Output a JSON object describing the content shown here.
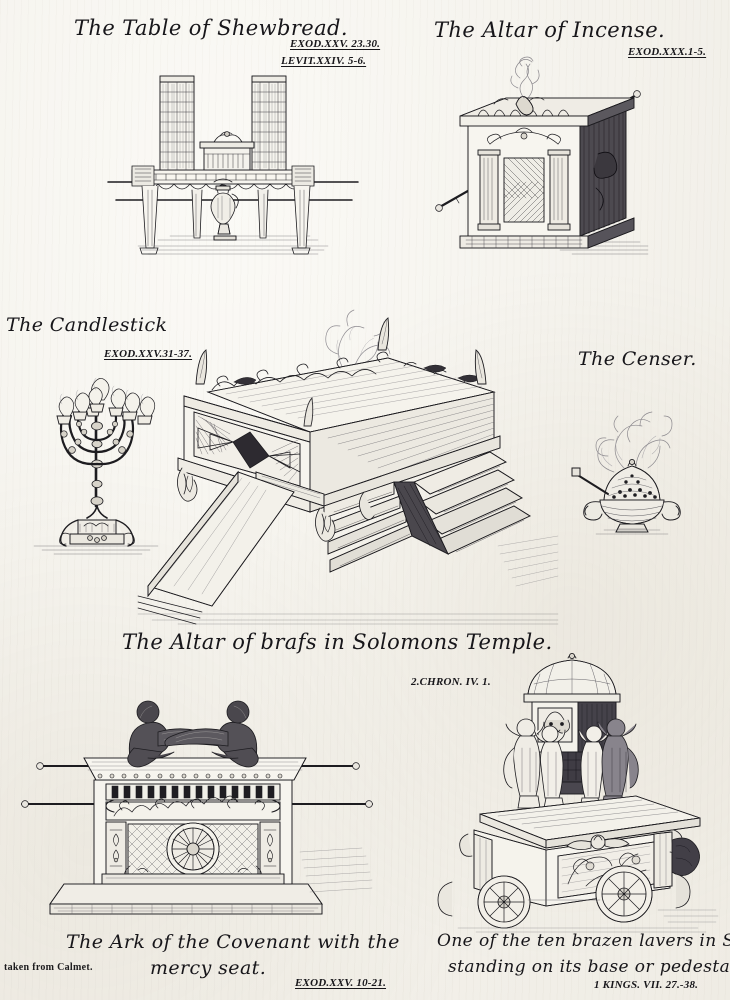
{
  "plate": {
    "medium": "copperplate engraving",
    "paper_color": "#f3f1ec",
    "ink_color": "#17161a",
    "credit": "taken from Calmet."
  },
  "figures": [
    {
      "id": "shewbread",
      "title": "The Table of Shewbread.",
      "references": [
        "EXOD.XXV. 23.30.",
        "LEVIT.XXIV. 5-6."
      ],
      "description": "Ornate table bearing two tall stacks of shewbread loaves, a covered dish at centre, carrying staves through side rings, and a footed ewer standing beneath."
    },
    {
      "id": "incense",
      "title": "The Altar of Incense.",
      "references": [
        "EXOD.XXX.1-5."
      ],
      "description": "Square ornamented altar with cornice and latticed front panel, a carrying pole passed through diagonally, incense smoke rising from the top."
    },
    {
      "id": "candlestick",
      "title": "The Candlestick",
      "references": [
        "EXOD.XXV.31-37."
      ],
      "description": "Seven-branched golden candlestick with knops and flowers on a scrolled tripod foot, all seven lamps burning."
    },
    {
      "id": "censer",
      "title": "The Censer.",
      "references": [],
      "description": "Two-handled censer with a perforated domed lid and short side spout, with smoke billowing upward."
    },
    {
      "id": "brazen-altar",
      "title": "The Altar of brafs in Solomons Temple.",
      "references": [
        "2.CHRON. IV. 1."
      ],
      "description": "Great square altar with horns at the four corners, scrolled frieze, diamond-patterned panel, an inclined ramp at the left and stepped flights at the right; smoke rises from the hearth."
    },
    {
      "id": "ark",
      "title_lines": [
        "The Ark of the Covenant with the",
        "mercy seat."
      ],
      "references": [
        "EXOD.XXV. 10-21."
      ],
      "description": "Gilded chest on a plinth with dentil cornice and a rosette medallion on the front panel, two carrying staves through the rings, and two winged cherubim facing one another over the mercy seat."
    },
    {
      "id": "laver",
      "title_lines": [
        "One of the ten brazen lavers in Solomons Temple",
        "standing on its base or pedestal."
      ],
      "references": [
        "1 KINGS. VII. 27.-38."
      ],
      "description": "Domed laver upheld by four cherub figures, set upon a wheeled ornamental base with carved panels, winged head, and spoked wheels."
    }
  ]
}
